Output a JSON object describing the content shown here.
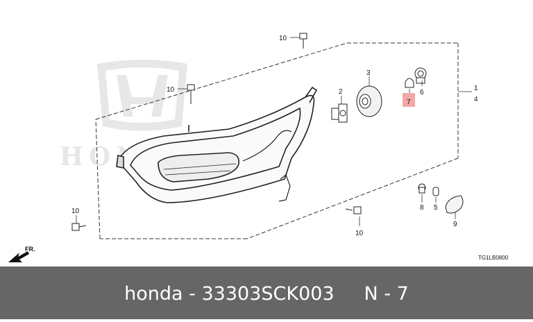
{
  "diagram": {
    "watermark_brand": "HONDA",
    "callouts": {
      "c1": "1",
      "c2": "2",
      "c3": "3",
      "c4": "4",
      "c5": "5",
      "c6": "6",
      "c7": "7",
      "c8": "8",
      "c9": "9",
      "c10_top": "10",
      "c10_left_top": "10",
      "c10_left_bottom": "10",
      "c10_right_bottom": "10"
    },
    "highlight_color": "#f3a8a8",
    "front_label": "FR.",
    "diagram_code": "TG1LB0800"
  },
  "footer": {
    "caption": "honda - 33303SCK003     N - 7",
    "background": "#666666",
    "text_color": "#ffffff"
  }
}
